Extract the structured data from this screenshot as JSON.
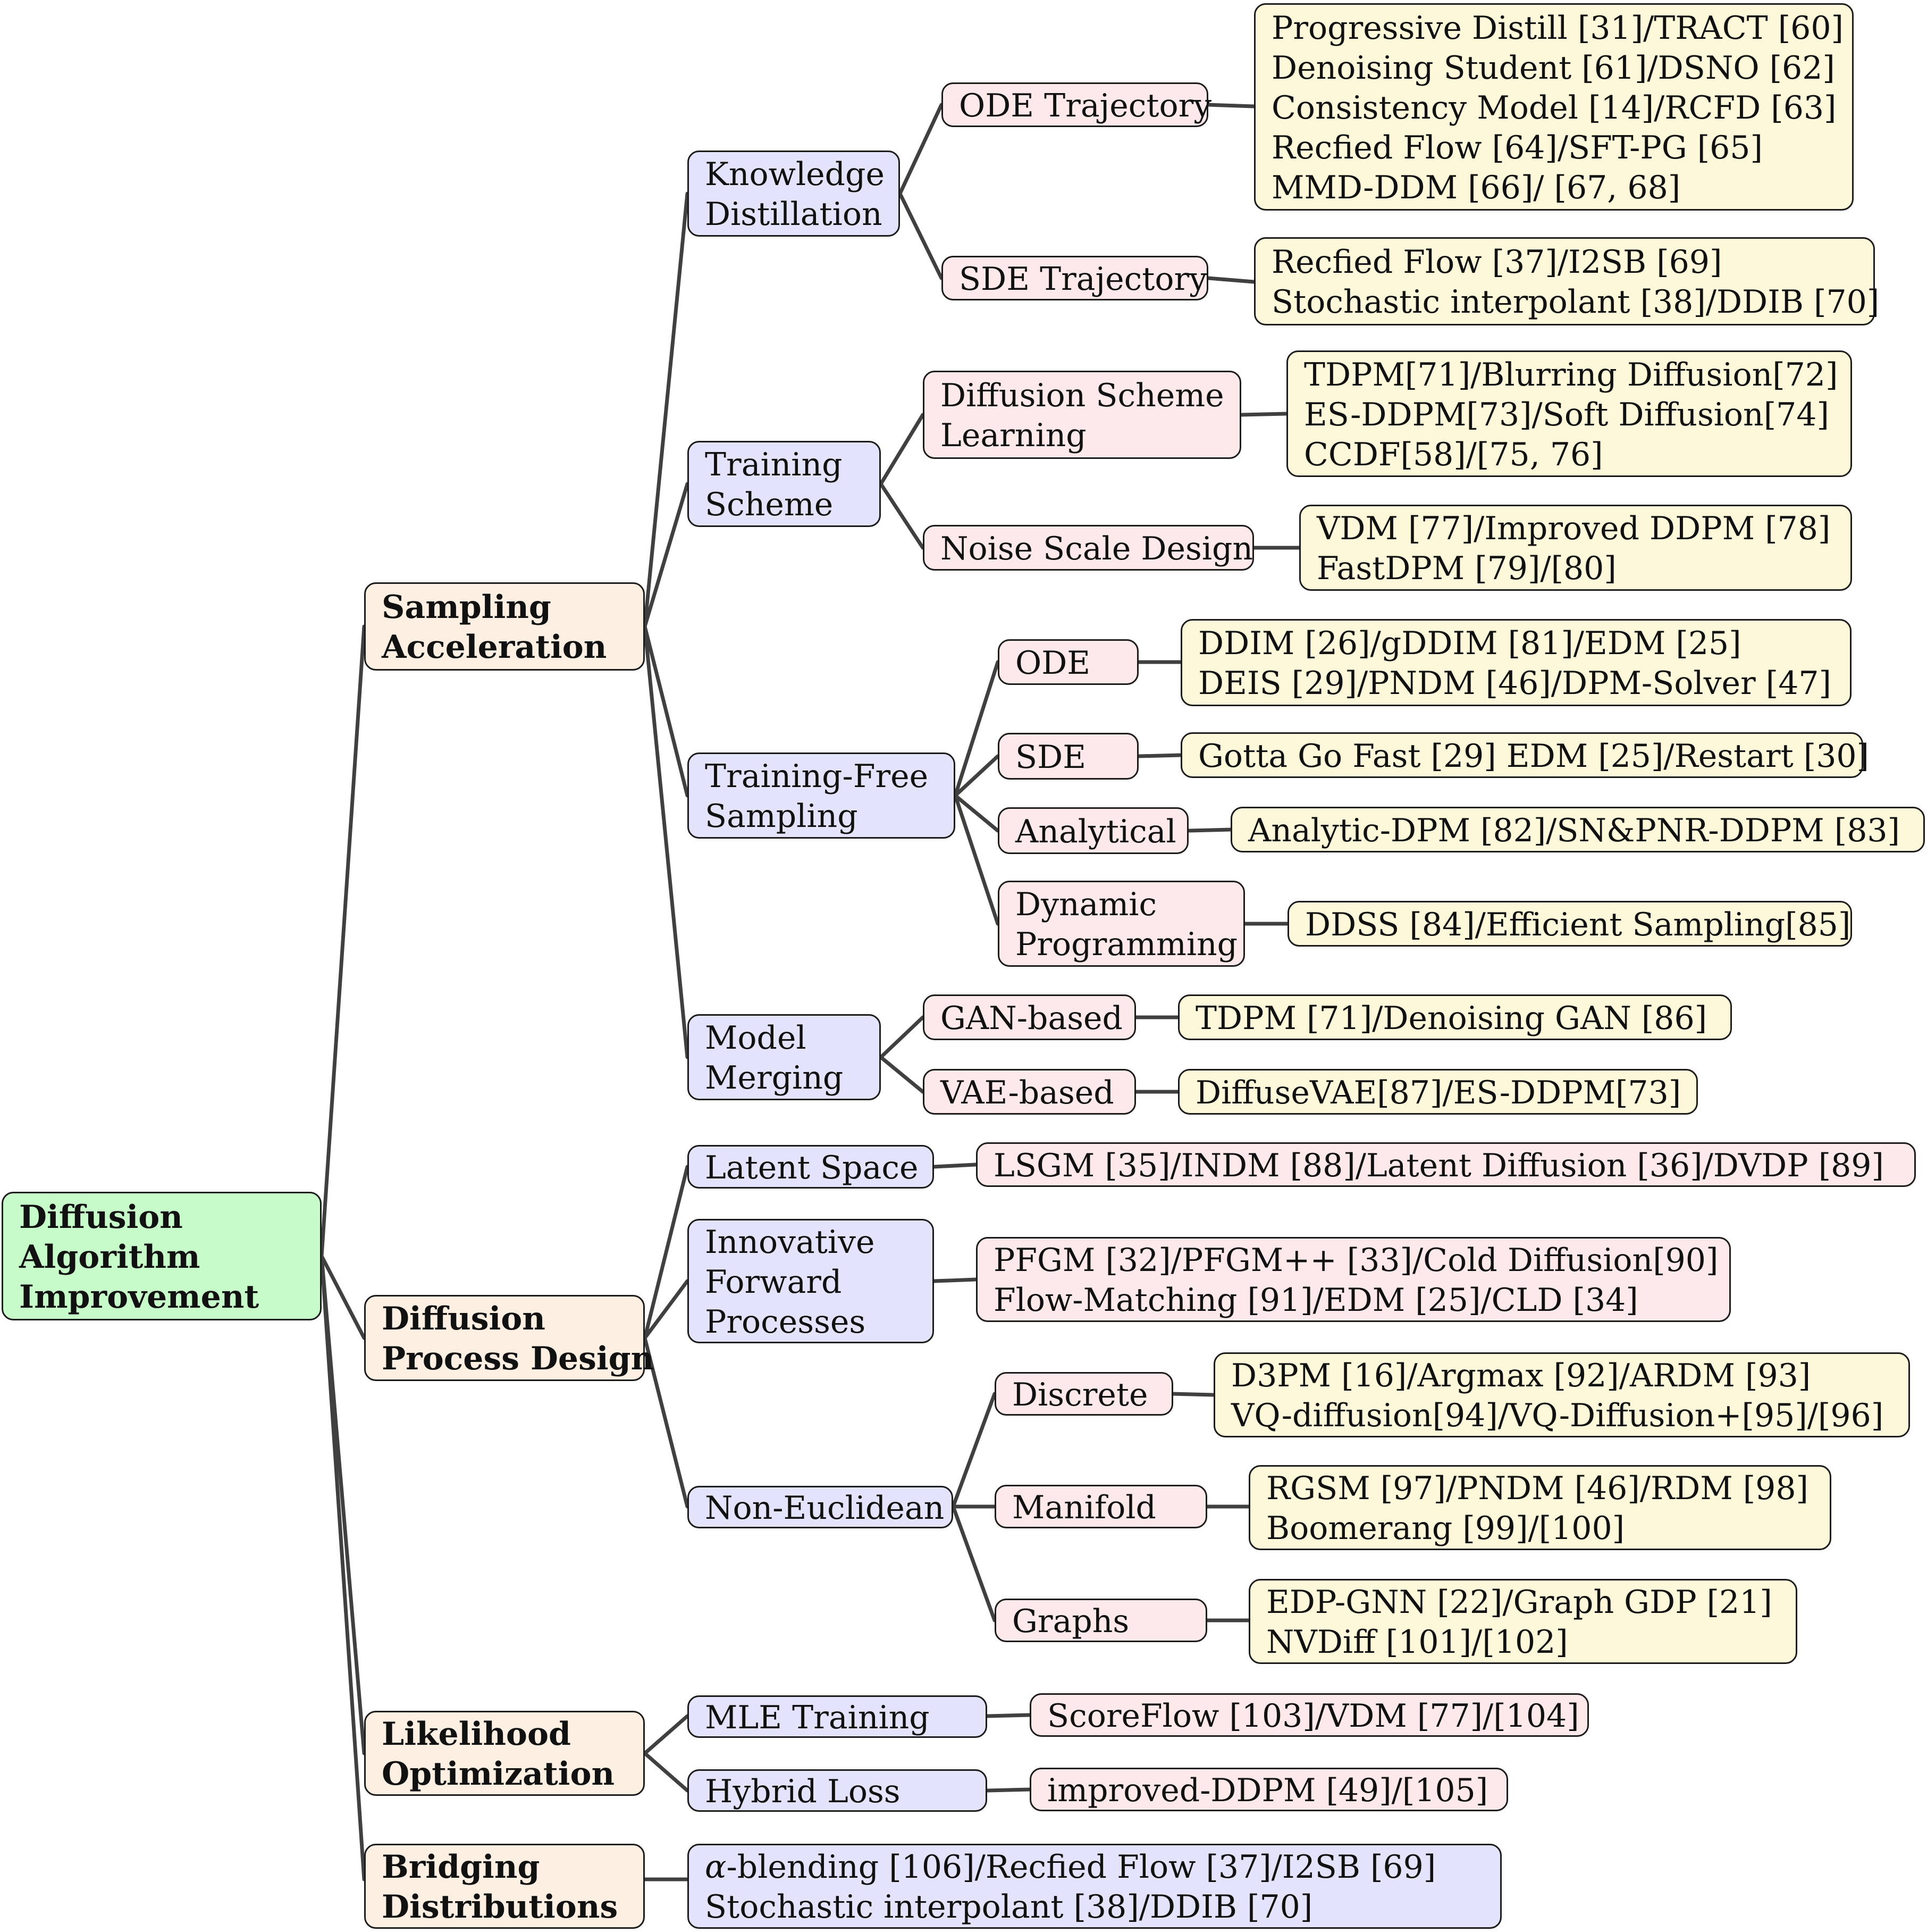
{
  "colors": {
    "root_fill": "#c8fbca",
    "level1_fill": "#fdf0e2",
    "level2_fill": "#e3e3fb",
    "level3_fill": "#fde9e9",
    "leaf_fill": "#fdf8d9",
    "edge": "#404040",
    "border": "#1c1c1c"
  },
  "root": {
    "lines": [
      "Diffusion",
      "Algorithm",
      "Improvement"
    ]
  },
  "sampling_acceleration": {
    "lines": [
      "Sampling",
      "Acceleration"
    ],
    "knowledge_distillation": {
      "lines": [
        "Knowledge",
        "Distillation"
      ],
      "ode_trajectory": {
        "label": "ODE Trajectory",
        "refs": [
          "Progressive Distill [31]/TRACT [60]",
          "Denoising Student [61]/DSNO [62]",
          "Consistency Model [14]/RCFD [63]",
          "Recfied Flow [64]/SFT-PG [65]",
          "MMD-DDM [66]/ [67, 68]"
        ]
      },
      "sde_trajectory": {
        "label": "SDE Trajectory",
        "refs": [
          "Recfied Flow [37]/I2SB [69]",
          "Stochastic interpolant [38]/DDIB [70]"
        ]
      }
    },
    "training_scheme": {
      "lines": [
        "Training",
        "Scheme"
      ],
      "diffusion_scheme_learning": {
        "lines": [
          "Diffusion Scheme",
          "Learning"
        ],
        "refs": [
          "TDPM[71]/Blurring Diffusion[72]",
          "ES-DDPM[73]/Soft Diffusion[74]",
          "CCDF[58]/[75, 76]"
        ]
      },
      "noise_scale_design": {
        "label": "Noise Scale Design",
        "refs": [
          "VDM [77]/Improved DDPM [78]",
          "FastDPM [79]/[80]"
        ]
      }
    },
    "training_free_sampling": {
      "lines": [
        "Training-Free",
        "Sampling"
      ],
      "ode": {
        "label": "ODE",
        "refs": [
          "DDIM [26]/gDDIM [81]/EDM [25]",
          "DEIS [29]/PNDM [46]/DPM-Solver [47]"
        ]
      },
      "sde": {
        "label": "SDE",
        "refs": [
          "Gotta Go Fast [29] EDM [25]/Restart [30]"
        ]
      },
      "analytical": {
        "label": "Analytical",
        "refs": [
          "Analytic-DPM [82]/SN&PNR-DDPM [83]"
        ]
      },
      "dynamic_programming": {
        "lines": [
          "Dynamic",
          "Programming"
        ],
        "refs": [
          "DDSS [84]/Efficient Sampling[85]"
        ]
      }
    },
    "model_merging": {
      "lines": [
        "Model",
        "Merging"
      ],
      "gan_based": {
        "label": "GAN-based",
        "refs": [
          "TDPM [71]/Denoising GAN [86]"
        ]
      },
      "vae_based": {
        "label": "VAE-based",
        "refs": [
          "DiffuseVAE[87]/ES-DDPM[73]"
        ]
      }
    }
  },
  "diffusion_process_design": {
    "lines": [
      "Diffusion",
      "Process Design"
    ],
    "latent_space": {
      "label": "Latent Space",
      "refs": [
        "LSGM [35]/INDM [88]/Latent Diffusion [36]/DVDP [89]"
      ]
    },
    "innovative_forward_processes": {
      "lines": [
        "Innovative",
        "Forward",
        "Processes"
      ],
      "refs": [
        "PFGM [32]/PFGM++ [33]/Cold Diffusion[90]",
        "Flow-Matching [91]/EDM [25]/CLD [34]"
      ]
    },
    "non_euclidean": {
      "label": "Non-Euclidean",
      "discrete": {
        "label": "Discrete",
        "refs": [
          "D3PM [16]/Argmax [92]/ARDM [93]",
          "VQ-diffusion[94]/VQ-Diffusion+[95]/[96]"
        ]
      },
      "manifold": {
        "label": "Manifold",
        "refs": [
          "RGSM [97]/PNDM [46]/RDM [98]",
          "Boomerang [99]/[100]"
        ]
      },
      "graphs": {
        "label": "Graphs",
        "refs": [
          "EDP-GNN [22]/Graph GDP [21]",
          "NVDiff [101]/[102]"
        ]
      }
    }
  },
  "likelihood_optimization": {
    "lines": [
      "Likelihood",
      "Optimization"
    ],
    "mle_training": {
      "label": "MLE Training",
      "refs": [
        "ScoreFlow [103]/VDM [77]/[104]"
      ]
    },
    "hybrid_loss": {
      "label": "Hybrid Loss",
      "refs": [
        "improved-DDPM [49]/[105]"
      ]
    }
  },
  "bridging_distributions": {
    "lines": [
      "Bridging",
      "Distributions"
    ],
    "alpha_symbol": "α",
    "refs": [
      "-blending [106]/Recfied Flow [37]/I2SB [69]",
      "Stochastic interpolant [38]/DDIB [70]"
    ]
  }
}
